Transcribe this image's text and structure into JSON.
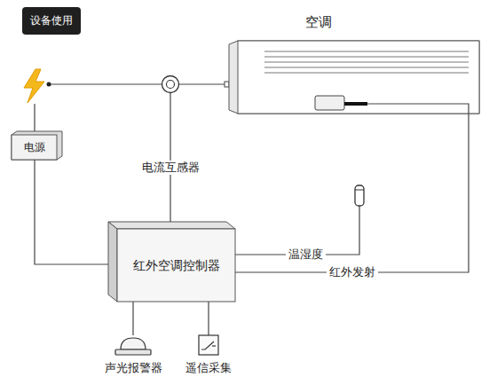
{
  "diagram": {
    "title": "设备使用",
    "nodes": [
      {
        "text": [
          "空调"
        ]
      },
      {
        "text": [
          "电源"
        ]
      },
      {
        "text": [
          "电流互感器"
        ]
      },
      {
        "text": [
          "红外空调控制器"
        ]
      },
      {
        "text": [
          "声光报警器"
        ]
      },
      {
        "text": [
          "遥信采集"
        ]
      }
    ],
    "edges": [
      {
        "from": 1,
        "to": 3,
        "arrow": "none"
      },
      {
        "from": 2,
        "to": 3,
        "arrow": "none"
      },
      {
        "from": 3,
        "to": 0,
        "label": "红外发射",
        "arrow": "none"
      },
      {
        "from": 4,
        "to": 3,
        "arrow": "none"
      },
      {
        "from": 5,
        "to": 3,
        "arrow": "none"
      }
    ],
    "labels": [
      "温湿度"
    ]
  }
}
